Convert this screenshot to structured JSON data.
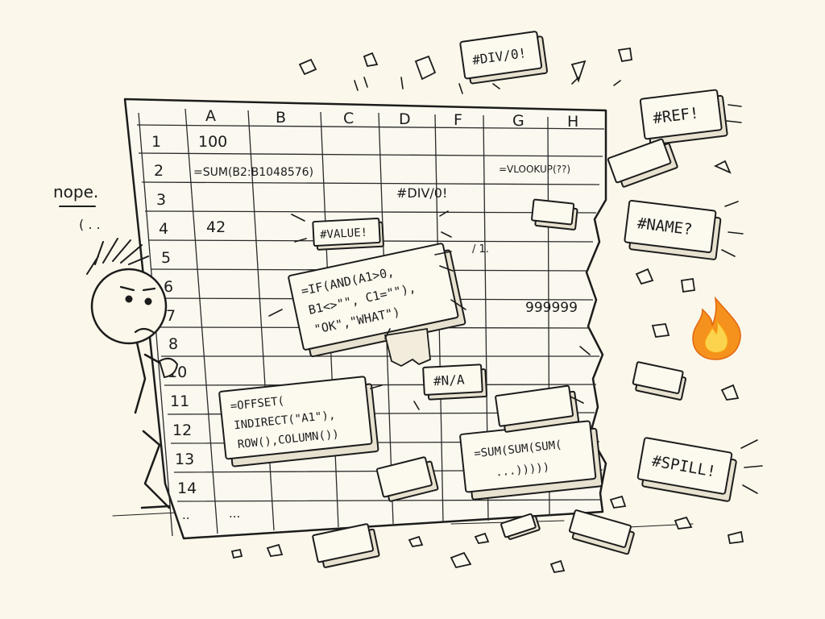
{
  "columns": [
    "A",
    "B",
    "C",
    "D",
    "F",
    "G",
    "H"
  ],
  "rows": [
    "1",
    "2",
    "3",
    "4",
    "5",
    "6",
    "7",
    "8",
    "10",
    "11",
    "12",
    "13",
    "14",
    ".."
  ],
  "cells": {
    "a1": "100",
    "a2": "=SUM(B2:B1048576)",
    "a4": "42",
    "g2": "=VLOOKUP(??)",
    "d3": "#DIV/0!",
    "g7": "999999",
    "a15": "...",
    "f5": "/ 1."
  },
  "character": {
    "speech": "nope.",
    "thought": "( . ."
  },
  "errors": {
    "div0": "#DIV/0!",
    "ref": "#REF!",
    "name": "#NAME?",
    "spill": "#SPILL!",
    "value": "#VALUE!",
    "na": "#N/A"
  },
  "formulas": {
    "if_lines": [
      "=IF(AND(A1>0,",
      "B1<>\"\", C1=\"\"),",
      "\"OK\",\"WHAT\")"
    ],
    "offset_lines": [
      "=OFFSET(",
      "INDIRECT(\"A1\"),",
      "ROW(),COLUMN())"
    ],
    "sum_lines": [
      "=SUM(SUM(SUM(",
      "...)))))"
    ]
  },
  "icons": {
    "fire": "fire-icon",
    "face": "worried-face-icon"
  },
  "colors": {
    "background": "#fbf7ea",
    "ink": "#1c1c1c",
    "fire_outer": "#f5921e",
    "fire_inner": "#fcd34d"
  }
}
